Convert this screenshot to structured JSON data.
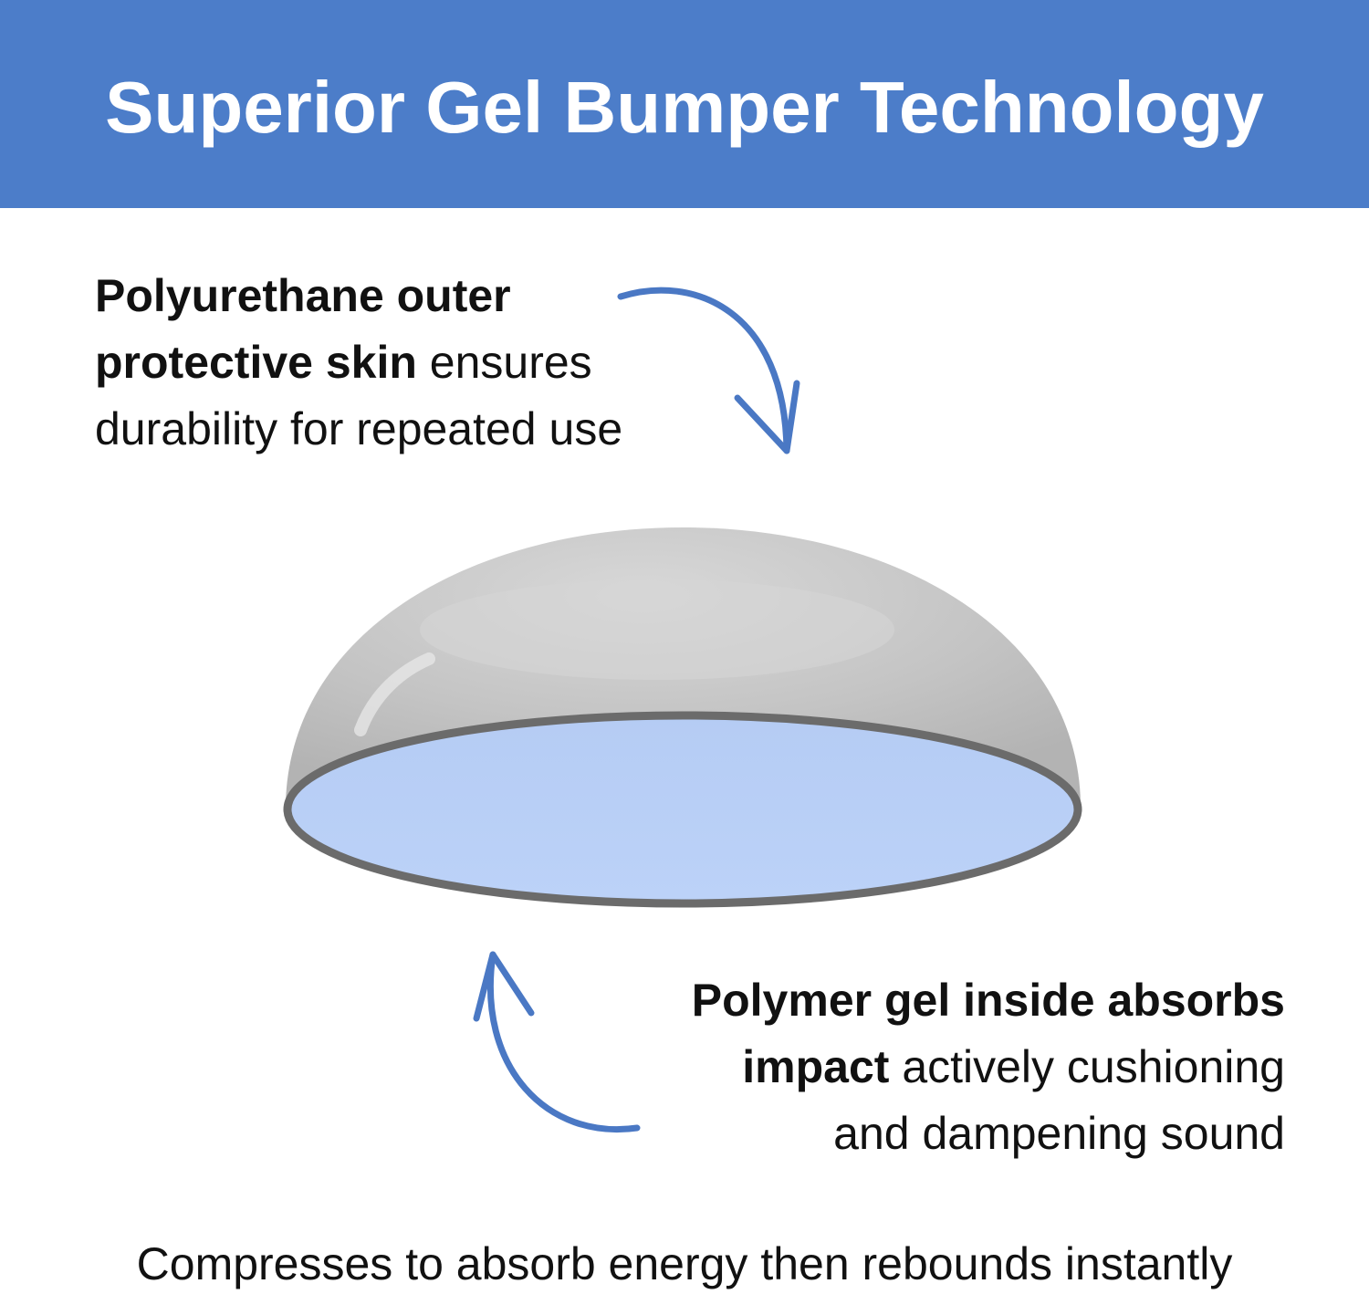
{
  "banner": {
    "title": "Superior Gel Bumper Technology",
    "background_color": "#4c7dc9",
    "text_color": "#ffffff"
  },
  "callouts": {
    "outer_skin": {
      "bold_line1": "Polyurethane outer",
      "bold_line2": "protective skin",
      "rest_line2": " ensures",
      "line3": "durability for repeated use"
    },
    "gel_core": {
      "bold_line1": "Polymer gel inside absorbs",
      "bold_line2": "impact",
      "rest_line2": " actively cushioning",
      "line3": "and dampening sound"
    }
  },
  "footer": {
    "text": "Compresses to absorb energy then rebounds instantly"
  },
  "colors": {
    "arrow": "#4a78c4",
    "dome_shell": "#c6c6c6",
    "dome_rim": "#6b6b6b",
    "gel_fill": "#b8cff6"
  },
  "icons": {
    "top_arrow": "curved-arrow-down-icon",
    "bottom_arrow": "curved-arrow-up-icon",
    "bumper": "gel-bumper-dome-icon"
  }
}
